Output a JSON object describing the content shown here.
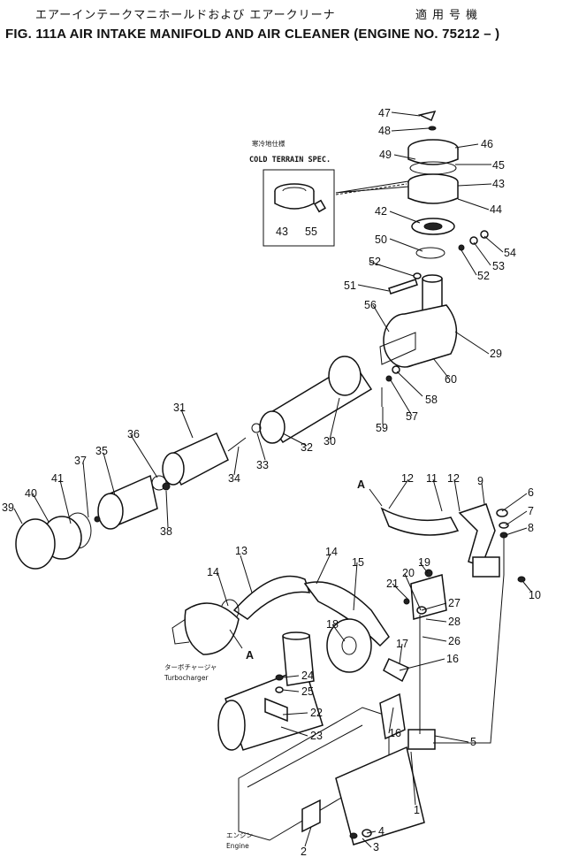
{
  "header": {
    "title_jp": "エアーインテークマニホールドおよび エアークリーナ",
    "applicable_jp": "適用号機",
    "title_en": "FIG. 111A  AIR INTAKE MANIFOLD AND AIR CLEANER (ENGINE NO. 75212 – )"
  },
  "inset": {
    "title_jp": "寒冷地仕様",
    "title_en": "COLD TERRAIN SPEC.",
    "callouts": [
      "43",
      "55"
    ]
  },
  "labels": {
    "section_a": "A",
    "turbo_jp": "ターボチャージャ",
    "turbo_en": "Turbocharger",
    "engine_jp": "エンジン",
    "engine_en": "Engine"
  },
  "callouts": [
    "1",
    "2",
    "3",
    "4",
    "5",
    "6",
    "7",
    "8",
    "9",
    "10",
    "11",
    "12",
    "13",
    "14",
    "15",
    "16",
    "17",
    "18",
    "19",
    "20",
    "21",
    "22",
    "23",
    "24",
    "25",
    "26",
    "27",
    "28",
    "29",
    "30",
    "31",
    "32",
    "33",
    "34",
    "35",
    "36",
    "37",
    "38",
    "39",
    "40",
    "41",
    "42",
    "43",
    "44",
    "45",
    "46",
    "47",
    "48",
    "49",
    "50",
    "51",
    "52",
    "53",
    "54",
    "56",
    "57",
    "58",
    "59",
    "60"
  ]
}
